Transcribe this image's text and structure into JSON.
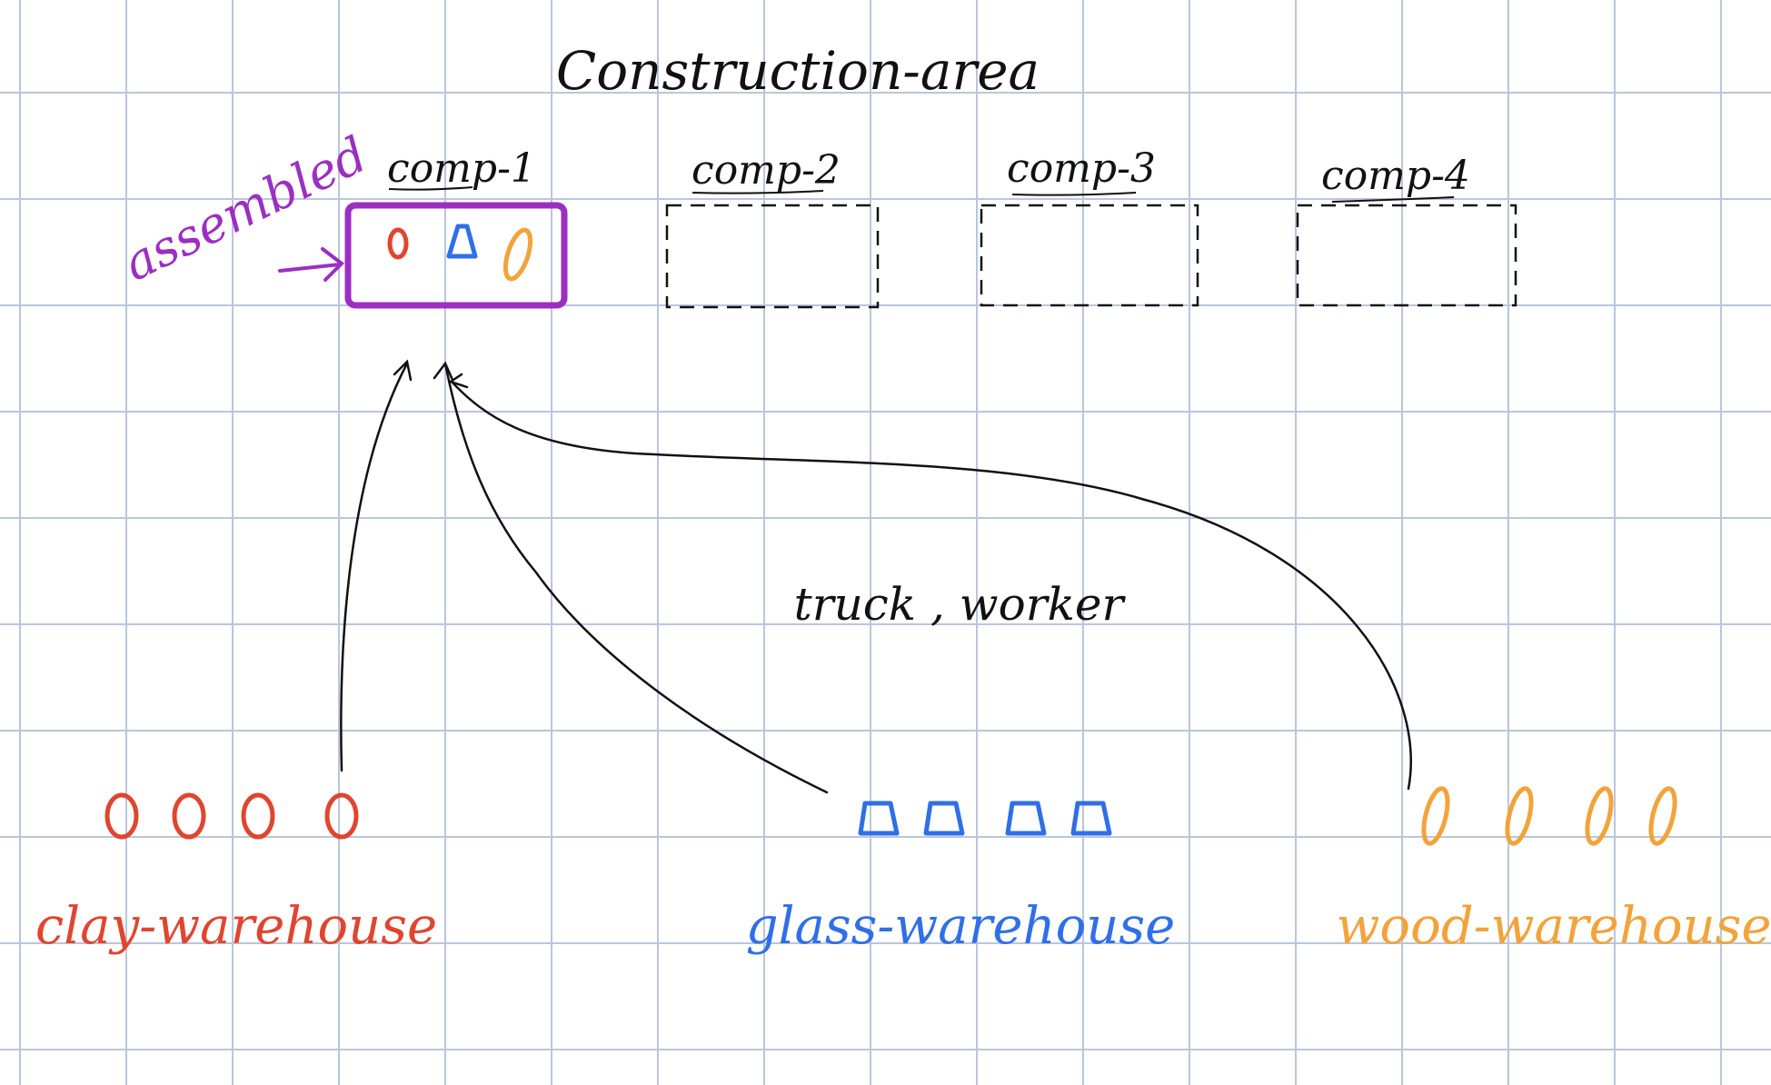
{
  "title": "Construction-area",
  "components": [
    {
      "label": "comp-1",
      "assembled": true
    },
    {
      "label": "comp-2",
      "assembled": false
    },
    {
      "label": "comp-3",
      "assembled": false
    },
    {
      "label": "comp-4",
      "assembled": false
    }
  ],
  "assembled_label": "assembled",
  "center_label": "truck , worker",
  "warehouses": [
    {
      "label": "clay-warehouse",
      "material": "clay",
      "item_count": 4,
      "color": "#e0452f"
    },
    {
      "label": "glass-warehouse",
      "material": "glass",
      "item_count": 4,
      "color": "#2f6fe8"
    },
    {
      "label": "wood-warehouse",
      "material": "wood",
      "item_count": 4,
      "color": "#f2a33a"
    }
  ],
  "colors": {
    "ink": "#111111",
    "assembled": "#9b2fc2",
    "grid": "#b9c6dc"
  }
}
